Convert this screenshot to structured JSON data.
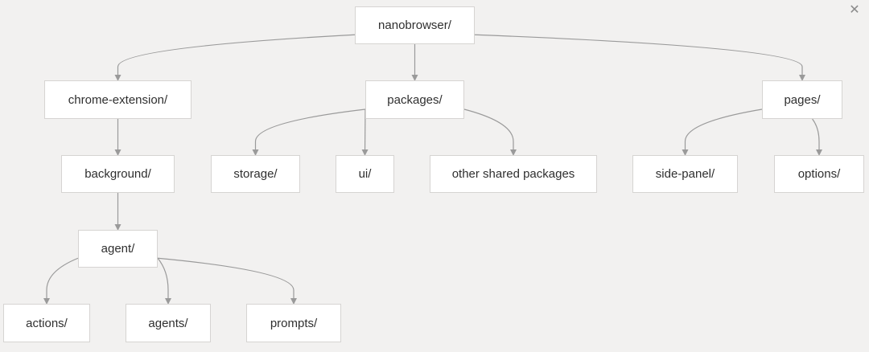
{
  "diagram": {
    "nodes": {
      "root": "nanobrowser/",
      "chrome_extension": "chrome-extension/",
      "packages": "packages/",
      "pages": "pages/",
      "background": "background/",
      "storage": "storage/",
      "ui": "ui/",
      "other_shared": "other shared packages",
      "side_panel": "side-panel/",
      "options": "options/",
      "agent": "agent/",
      "actions": "actions/",
      "agents": "agents/",
      "prompts": "prompts/"
    },
    "edges": [
      [
        "root",
        "chrome_extension"
      ],
      [
        "root",
        "packages"
      ],
      [
        "root",
        "pages"
      ],
      [
        "chrome_extension",
        "background"
      ],
      [
        "packages",
        "storage"
      ],
      [
        "packages",
        "ui"
      ],
      [
        "packages",
        "other_shared"
      ],
      [
        "pages",
        "side_panel"
      ],
      [
        "pages",
        "options"
      ],
      [
        "background",
        "agent"
      ],
      [
        "agent",
        "actions"
      ],
      [
        "agent",
        "agents"
      ],
      [
        "agent",
        "prompts"
      ]
    ],
    "colors": {
      "background": "#f2f1f0",
      "node_fill": "#ffffff",
      "node_border": "#d6d4d2",
      "edge": "#9a9a9a"
    }
  },
  "close_icon": "close-icon"
}
